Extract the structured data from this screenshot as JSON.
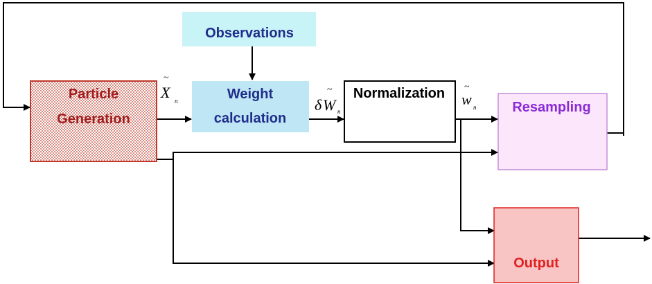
{
  "colors": {
    "line": "#000000",
    "particle_fill_dots": "#c0392b",
    "particle_border": "#c0392b",
    "particle_text": "#a01d1d",
    "observations_fill": "#c8f3f7",
    "observations_text": "#1f2d8a",
    "weight_fill": "#bfe6f5",
    "weight_text": "#1f2d8a",
    "normalization_fill": "#ffffff",
    "normalization_text": "#000000",
    "resampling_fill": "#fbe6fb",
    "resampling_border": "#c58ed8",
    "resampling_text": "#8b2bd6",
    "output_fill": "#f8c4c4",
    "output_border": "#e02020",
    "output_text": "#e02020"
  },
  "boxes": {
    "particle_generation": {
      "line1": "Particle",
      "line2": "Generation"
    },
    "observations": {
      "label": "Observations"
    },
    "weight_calculation": {
      "line1": "Weight",
      "line2": "calculation"
    },
    "normalization": {
      "label": "Normalization"
    },
    "resampling": {
      "label": "Resampling"
    },
    "output": {
      "label": "Output"
    }
  },
  "edge_labels": {
    "x_tilde": {
      "main": "X",
      "tilde": "~",
      "sub": "n"
    },
    "delta_w_tilde": {
      "prefix": "δ",
      "main": "W",
      "tilde": "~",
      "sub": "n"
    },
    "w_tilde": {
      "main": "w",
      "tilde": "~",
      "sub": "n"
    }
  }
}
